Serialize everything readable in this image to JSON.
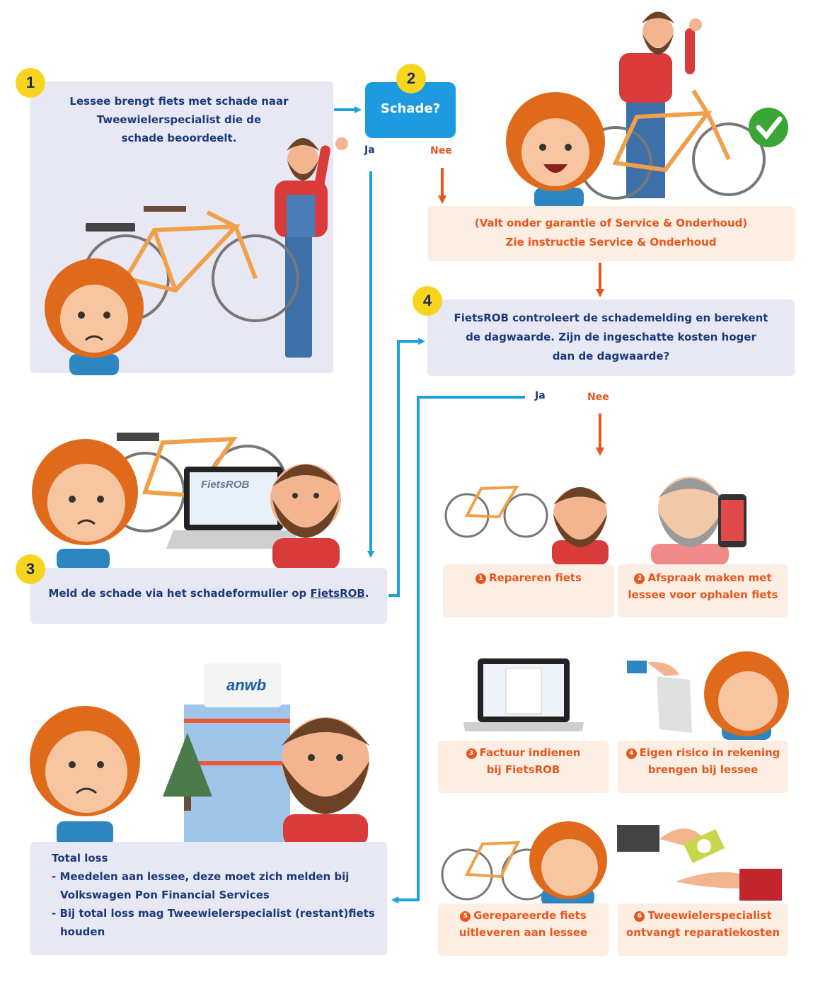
{
  "steps": {
    "s1": {
      "num": "1",
      "text_lines": [
        "Lessee brengt fiets met schade naar",
        "Tweewielerspecialist die de",
        "schade beoordeelt."
      ]
    },
    "s2": {
      "num": "2",
      "text": "Schade?"
    },
    "s3": {
      "num": "3",
      "text_before": "Meld de schade via het schadeformulier op ",
      "link": "FietsROB",
      "text_after": "."
    },
    "s4": {
      "num": "4",
      "text_lines": [
        "FietsROB controleert de schademelding en berekent",
        "de dagwaarde. Zijn de ingeschatte kosten hoger",
        "dan de dagwaarde?"
      ]
    }
  },
  "branch_labels": {
    "ja_top": "Ja",
    "nee_top": "Nee",
    "ja_mid": "Ja",
    "nee_mid": "Nee"
  },
  "warranty": {
    "line1": "(Valt onder garantie of Service & Onderhoud)",
    "line2": "Zie instructie Service & Onderhoud"
  },
  "fietsrob_logo": "FietsROB",
  "anwb_logo": "anwb",
  "actions": [
    {
      "num": "1",
      "lines": [
        "Repareren fiets"
      ]
    },
    {
      "num": "2",
      "lines": [
        "Afspraak maken met",
        "lessee voor ophalen fiets"
      ]
    },
    {
      "num": "3",
      "lines": [
        "Factuur indienen",
        "bij FietsROB"
      ]
    },
    {
      "num": "4",
      "lines": [
        "Eigen risico in rekening",
        "brengen bij lessee"
      ]
    },
    {
      "num": "5",
      "lines": [
        "Gerepareerde fiets",
        "uitleveren aan lessee"
      ]
    },
    {
      "num": "6",
      "lines": [
        "Tweewielerspecialist",
        "ontvangt reparatiekosten"
      ]
    }
  ],
  "total_loss": {
    "title": "Total loss",
    "bullets": [
      [
        "- Meedelen aan lessee, deze moet zich melden bij",
        "Volkswagen Pon Financial Services"
      ],
      [
        "- Bij total loss mag Tweewielerspecialist (restant)fiets",
        "houden"
      ]
    ]
  },
  "colors": {
    "lavender": "#e8e8f4",
    "peach": "#fdeee4",
    "blue_arrow": "#1ea0e0",
    "orange_arrow": "#e8561d",
    "badge": "#f7d51e",
    "text_blue": "#1b3a7a",
    "text_orange": "#e8561d",
    "schade_box": "#1e9be0"
  },
  "icons": [
    "checkmark-icon",
    "euro-note-icon"
  ]
}
